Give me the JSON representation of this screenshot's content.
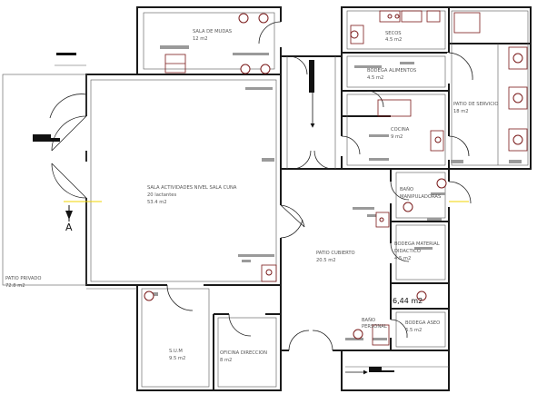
{
  "rooms": {
    "sala_mudas": {
      "name": "SALA DE MUDAS",
      "area": "12 m2"
    },
    "bodega_secos": {
      "name": "SECOS",
      "area": "4.5 m2"
    },
    "bodega_alimentos": {
      "name": "BODEGA ALIMENTOS",
      "area": "4.5 m2"
    },
    "cocina": {
      "name": "COCINA",
      "area": "9 m2"
    },
    "patio_servicio": {
      "name": "PATIO DE SERVICIO",
      "area": "18 m2"
    },
    "sala_actividades": {
      "name": "SALA ACTIVIDADES NIVEL SALA CUNA",
      "capacity": "20 lactantes",
      "area": "53.4 m2"
    },
    "bano_manipuladoras": {
      "name": "BAÑO",
      "sub": "MANIPULADORAS"
    },
    "patio_cubierto": {
      "name": "PATIO CUBIERTO",
      "area": "20.5 m2"
    },
    "bodega_material": {
      "name": "BODEGA MATERIAL",
      "sub": "DIDACTICO",
      "area": "4.5 m2"
    },
    "bodega_aseo": {
      "name": "BODEGA ASEO",
      "area": "6.5 m2"
    },
    "bano_personal": {
      "name": "BAÑO",
      "sub": "PERSONAL"
    },
    "patio_privado": {
      "name": "PATIO PRIVADO",
      "area": "72.8 m2"
    },
    "sum": {
      "name": "S.U.M",
      "area": "9.5 m2"
    },
    "oficina": {
      "name": "OFICINA DIRECCION",
      "area": "8 m2"
    }
  },
  "annotations": {
    "dimension": "6,44 m2",
    "section_marker": "A"
  },
  "colors": {
    "wall": "#1a1a1a",
    "wall_thin": "#555555",
    "fixture": "#7a1a1a",
    "hatch": "#9a9a9a",
    "section": "#f2d600"
  }
}
